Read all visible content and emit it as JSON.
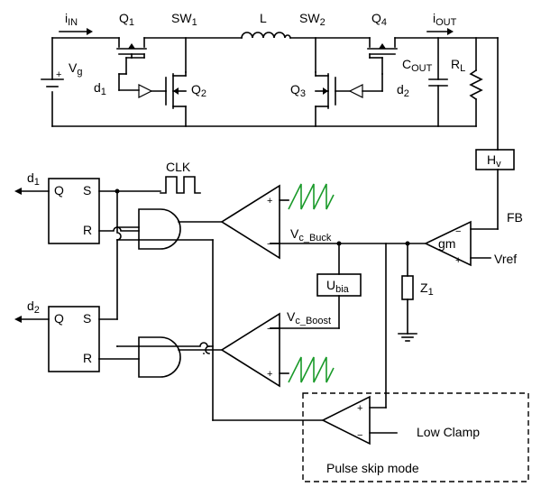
{
  "power_stage": {
    "input_current": "i",
    "input_current_sub": "IN",
    "source": "V",
    "source_sub": "g",
    "q1": "Q",
    "q1_sub": "1",
    "q2": "Q",
    "q2_sub": "2",
    "q3": "Q",
    "q3_sub": "3",
    "q4": "Q",
    "q4_sub": "4",
    "sw1": "SW",
    "sw1_sub": "1",
    "sw2": "SW",
    "sw2_sub": "2",
    "inductor": "L",
    "output_current": "i",
    "output_current_sub": "OUT",
    "cout": "C",
    "cout_sub": "OUT",
    "rl": "R",
    "rl_sub": "L",
    "d1_gate": "d",
    "d1_gate_sub": "1",
    "d2_gate": "d",
    "d2_gate_sub": "2"
  },
  "control": {
    "clk": "CLK",
    "latch1_q": "Q",
    "latch1_s": "S",
    "latch1_r": "R",
    "latch1_out": "d",
    "latch1_out_sub": "1",
    "latch2_q": "Q",
    "latch2_s": "S",
    "latch2_r": "R",
    "latch2_out": "d",
    "latch2_out_sub": "2",
    "hv": "H",
    "hv_sub": "v",
    "fb": "FB",
    "gm": "gm",
    "vref": "Vref",
    "vc_buck": "V",
    "vc_buck_sub": "c_Buck",
    "vc_boost": "V",
    "vc_boost_sub": "c_Boost",
    "ubia": "U",
    "ubia_sub": "bia",
    "z1": "Z",
    "z1_sub": "1",
    "plus": "+",
    "minus": "−",
    "low_clamp": "Low Clamp",
    "pulse_skip": "Pulse skip mode"
  }
}
